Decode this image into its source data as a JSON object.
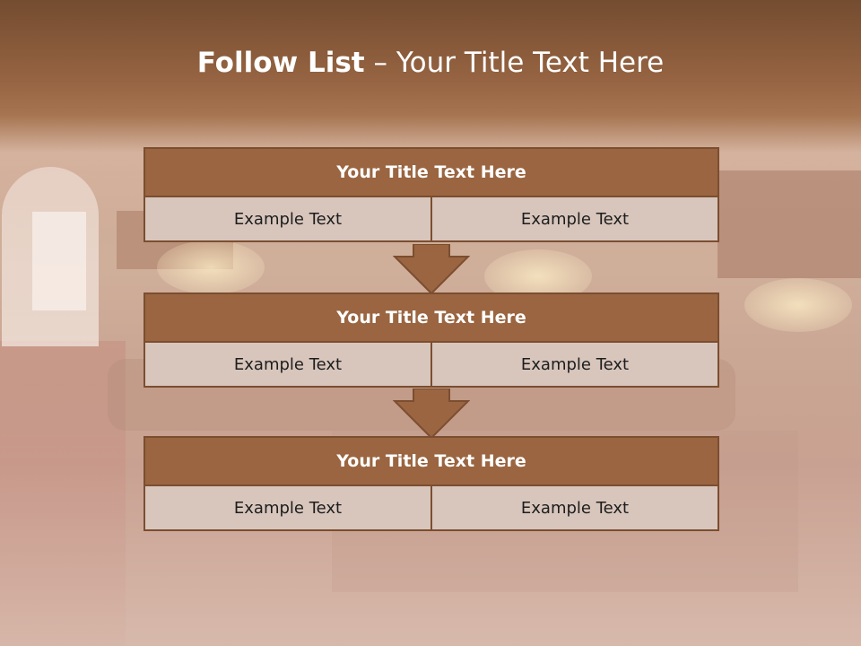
{
  "slide": {
    "title_bold": "Follow List",
    "title_rest": " – Your Title Text Here"
  },
  "blocks": [
    {
      "title": "Your Title Text Here",
      "left": "Example Text",
      "right": "Example Text"
    },
    {
      "title": "Your Title Text Here",
      "left": "Example Text",
      "right": "Example Text"
    },
    {
      "title": "Your Title Text Here",
      "left": "Example Text",
      "right": "Example Text"
    }
  ],
  "colors": {
    "header_fill": "#9a6540",
    "border": "#7b4e30",
    "cell_fill": "#d8c6bd"
  },
  "icons": {
    "connector": "down-arrow-icon"
  }
}
